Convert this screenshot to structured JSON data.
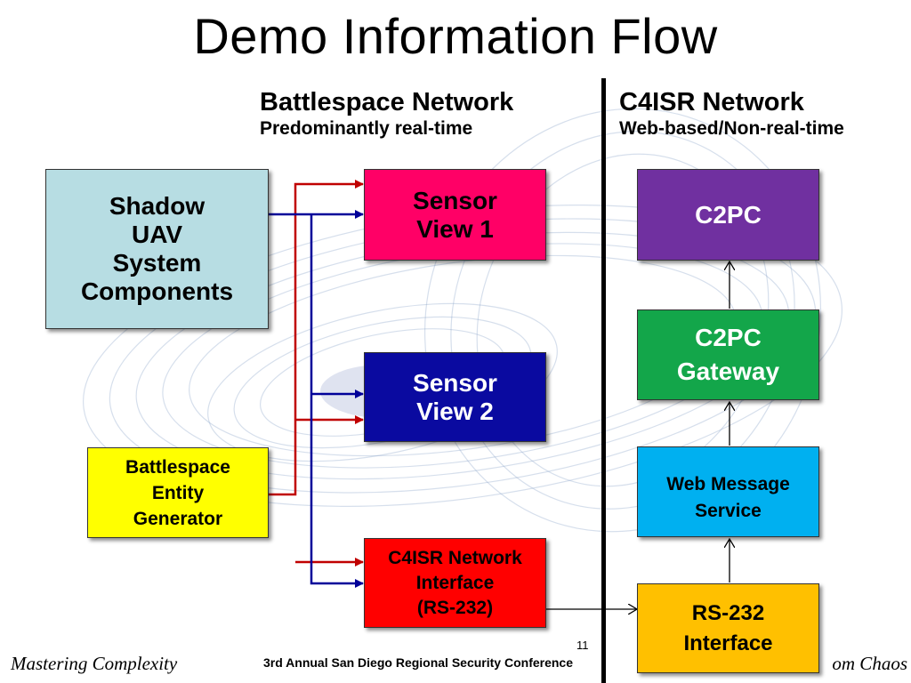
{
  "title": "Demo Information Flow",
  "battlespace_header": {
    "title": "Battlespace Network",
    "subtitle": "Predominantly real-time"
  },
  "c4isr_header": {
    "title": "C4ISR Network",
    "subtitle": "Web-based/Non-real-time"
  },
  "boxes": {
    "shadow": {
      "label": "Shadow\nUAV\nSystem\nComponents",
      "fill": "#b7dde3",
      "text": "#000000"
    },
    "sensor1": {
      "label": "Sensor\nView 1",
      "fill": "#ff0066",
      "text": "#000000"
    },
    "sensor2": {
      "label": "Sensor\nView 2",
      "fill": "#0a0aa0",
      "text": "#ffffff"
    },
    "entity_gen": {
      "label": "Battlespace\nEntity\nGenerator",
      "fill": "#ffff00",
      "text": "#000000"
    },
    "c4isr_iface": {
      "label": "C4ISR Network\nInterface\n(RS-232)",
      "fill": "#ff0000",
      "text": "#000000"
    },
    "c2pc": {
      "label": "C2PC",
      "fill": "#7030a0",
      "text": "#ffffff"
    },
    "c2pc_gateway": {
      "label": "C2PC\nGateway",
      "fill": "#13a64a",
      "text": "#ffffff"
    },
    "web_msg": {
      "label": "Web Message\nService",
      "fill": "#00b0f0",
      "text": "#000000"
    },
    "rs232": {
      "label": "RS-232\nInterface",
      "fill": "#ffc000",
      "text": "#000000"
    }
  },
  "colors": {
    "red_arrow": "#c00000",
    "blue_arrow": "#000099",
    "black_arrow": "#000000"
  },
  "footer": {
    "left": "Mastering Complexity",
    "center": "3rd Annual San Diego Regional Security Conference",
    "right": "om Chaos",
    "page": "11"
  }
}
